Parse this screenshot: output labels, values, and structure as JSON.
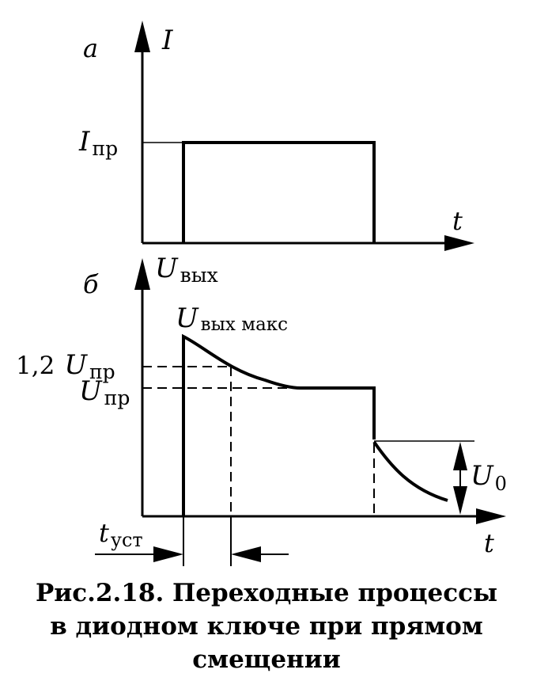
{
  "panel_a": {
    "letter": "а",
    "y_axis_symbol": "I",
    "x_axis_symbol": "t",
    "level_symbol": "I",
    "level_sub": "пр"
  },
  "panel_b": {
    "letter": "б",
    "y_axis_symbol": "U",
    "y_axis_sub": "вых",
    "x_axis_symbol": "t",
    "peak_symbol": "U",
    "peak_sub": "вых макс",
    "level_high_coeff": "1,2",
    "level_high_symbol": "U",
    "level_high_sub": "пр",
    "level_symbol": "U",
    "level_sub": "пр",
    "reverse_symbol": "U",
    "reverse_sub": "0",
    "settle_symbol": "t",
    "settle_sub": "уст"
  },
  "caption": {
    "line1": "Рис.2.18. Переходные процессы",
    "line2": "в диодном ключе при прямом",
    "line3": "смещении"
  }
}
